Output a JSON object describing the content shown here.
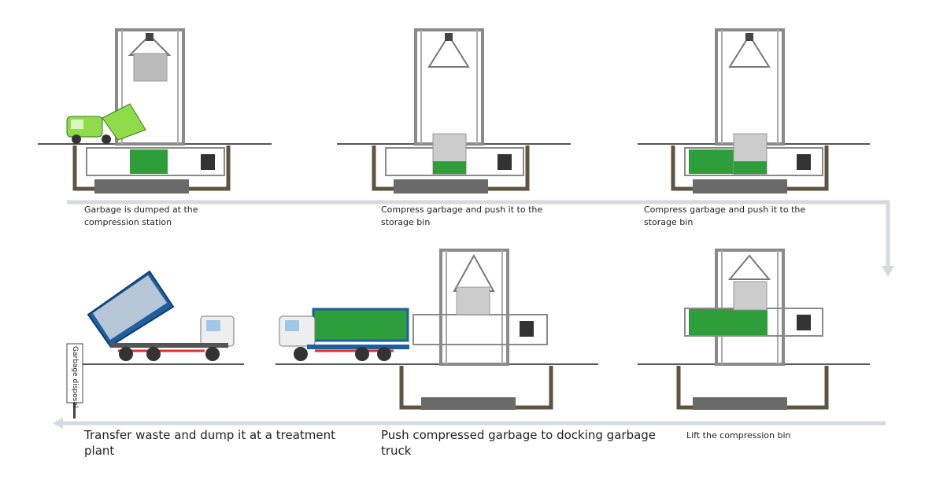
{
  "steps": [
    {
      "id": 1,
      "caption": "Garbage is dumped at the compression station"
    },
    {
      "id": 2,
      "caption": "Compress garbage and push it to the storage bin"
    },
    {
      "id": 3,
      "caption": "Compress garbage and push it to the storage bin"
    },
    {
      "id": 4,
      "caption": "Lift the compression bin"
    },
    {
      "id": 5,
      "caption": "Push compressed garbage to docking garbage truck"
    },
    {
      "id": 6,
      "caption": "Transfer waste and dump it at a treatment plant"
    }
  ],
  "disposal_label": "Garbage disposal",
  "colors": {
    "frame": "#8a8a8a",
    "pit_wall": "#5e5442",
    "garbage_green": "#2e9e3a",
    "light_green": "#8fdc4a",
    "truck_blue": "#1f5f9e",
    "flow_arrow": "#d6d9de",
    "truck_red": "#e03030"
  }
}
